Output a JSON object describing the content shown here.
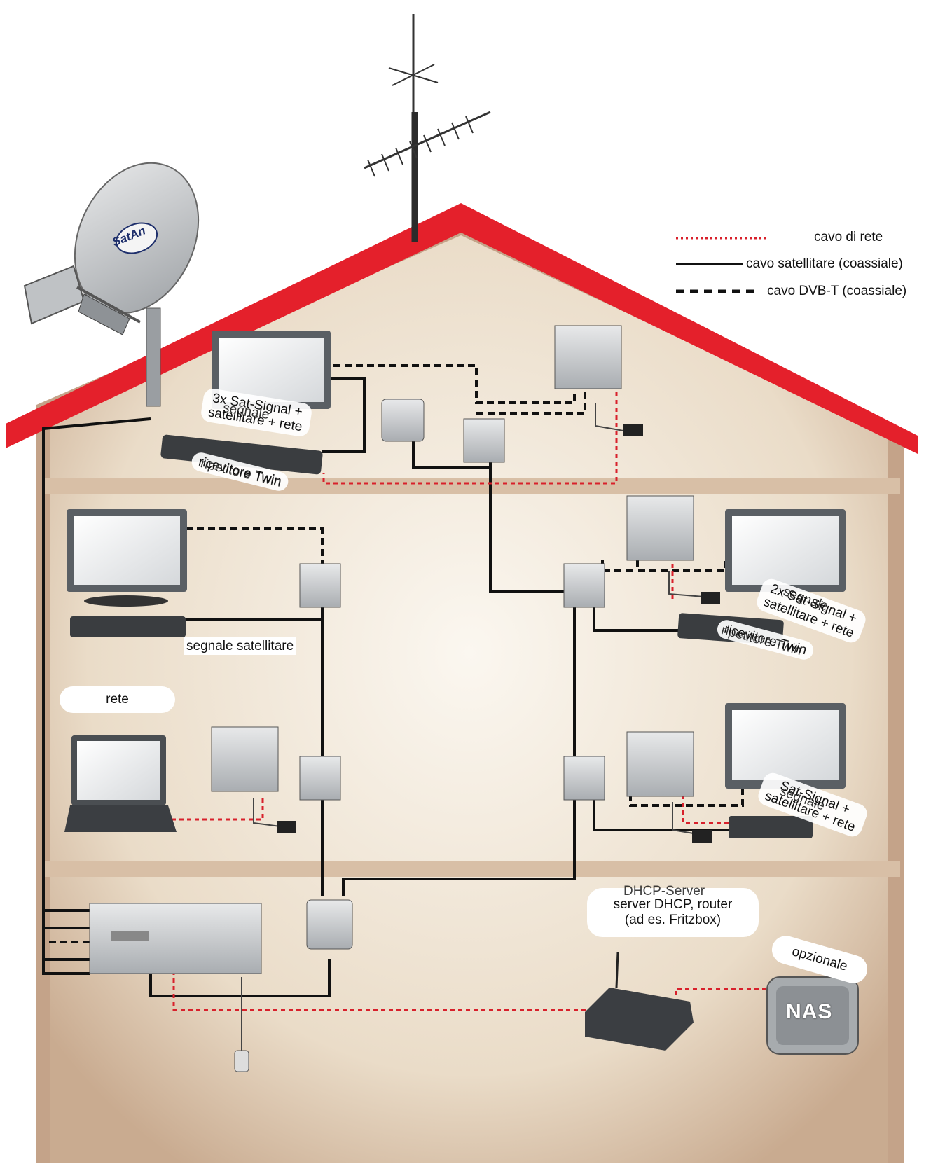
{
  "legend": {
    "network": "cavo di rete",
    "satellite": "cavo satellitare (coassiale)",
    "dvbt": "cavo DVB-T (coassiale)"
  },
  "labels": {
    "attic_tv": [
      "3x Sat-Signal +",
      "satellitare + rete"
    ],
    "attic_receiver": "ricevitore Twin",
    "attic_overlay_segnale": "segnale",
    "attic_overlay_ripetitore": "ripetitore Twin",
    "floor1_left": "segnale satellitare",
    "floor1_right_tv": [
      "2x Sat-Signal +",
      "satellitare + rete"
    ],
    "floor1_right_receiver": "ricevitore Twin",
    "floor1_right_overlay": "ripetitore Twin",
    "floor1_right_overlay2": "segnale",
    "rete": "rete",
    "floor2_right": [
      "Sat-Signal +",
      "satellitare + rete"
    ],
    "floor2_right_overlay": "segnale",
    "dhcp_top": "DHCP-Server",
    "dhcp_main": [
      "server DHCP, router",
      "(ad es. Fritzbox)"
    ],
    "opzionale": "opzionale",
    "nas": "NAS",
    "brand": "SatAn"
  },
  "colors": {
    "roof": "#e4202b",
    "wall": "#f1e6d6",
    "wall_dark": "#b8987e",
    "network_cable": "#d8202b",
    "coax": "#111111",
    "device": "#c9ccce"
  }
}
